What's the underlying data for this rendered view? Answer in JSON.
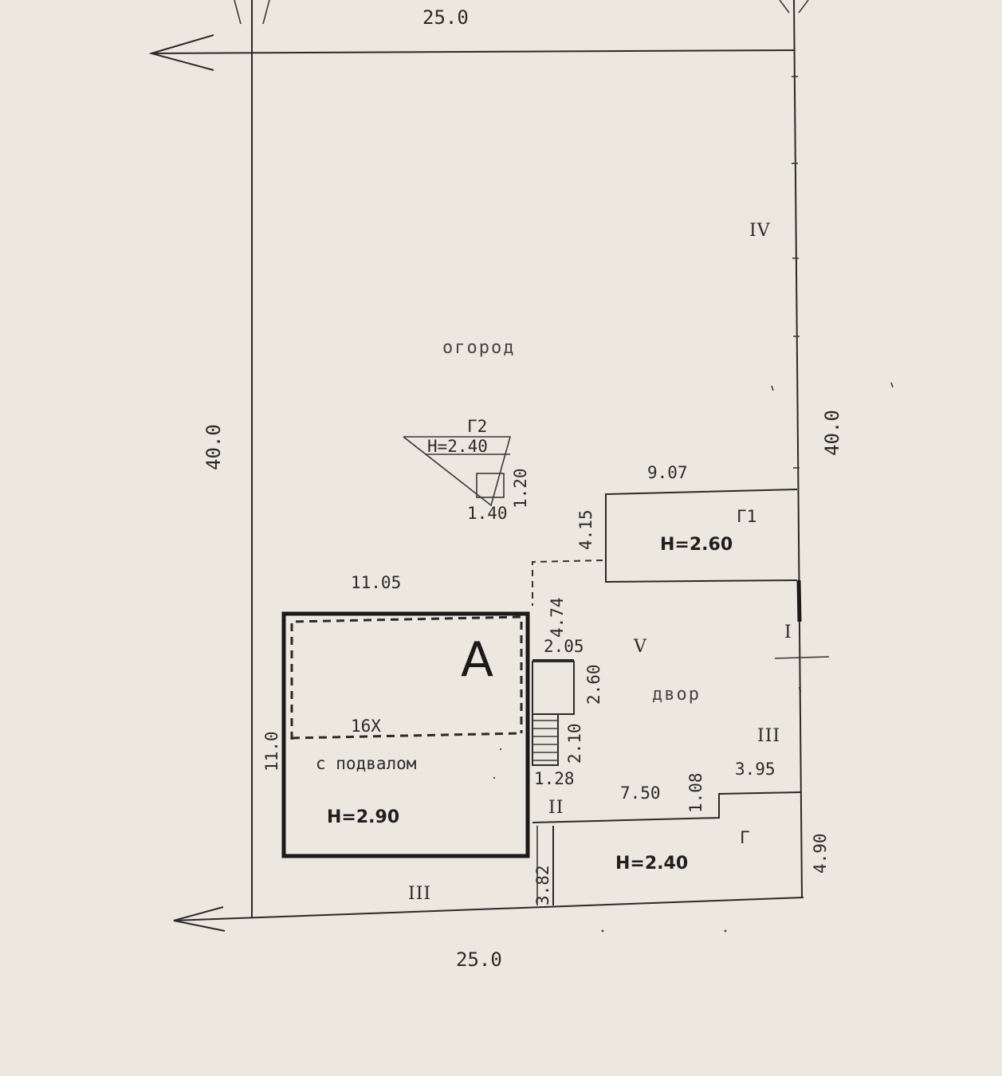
{
  "dimensions": {
    "top_width": "25.0",
    "bottom_width": "25.0",
    "left_length": "40.0",
    "right_length": "40.0"
  },
  "areas": {
    "garden": "огород",
    "yard": "двор"
  },
  "buildings": {
    "house": {
      "letter": "А",
      "material_code": "16Х",
      "note": "с подвалом",
      "height": "Н=2.90",
      "width": "11.05",
      "depth": "11.0",
      "inner_width": "2.05",
      "porch_offset": "4.74",
      "porch_depth": "2.60",
      "stairs_len": "2.10",
      "stairs_width": "1.28",
      "back_offset": "3.82"
    },
    "shed_g1": {
      "code": "Г1",
      "height": "Н=2.60",
      "width": "9.07",
      "depth": "4.15"
    },
    "shed_g2": {
      "code": "Г2",
      "height": "Н=2.40",
      "width": "1.40",
      "depth": "1.20"
    },
    "garage_g": {
      "code": "Г",
      "height": "Н=2.40",
      "length": "7.50",
      "step": "1.08",
      "end_width": "3.95",
      "depth": "4.90"
    }
  },
  "fence_marks": {
    "north_east": "IV",
    "yard_marker": "V",
    "gate": "I",
    "east_lower": "III",
    "garage_front": "II",
    "south": "III"
  }
}
